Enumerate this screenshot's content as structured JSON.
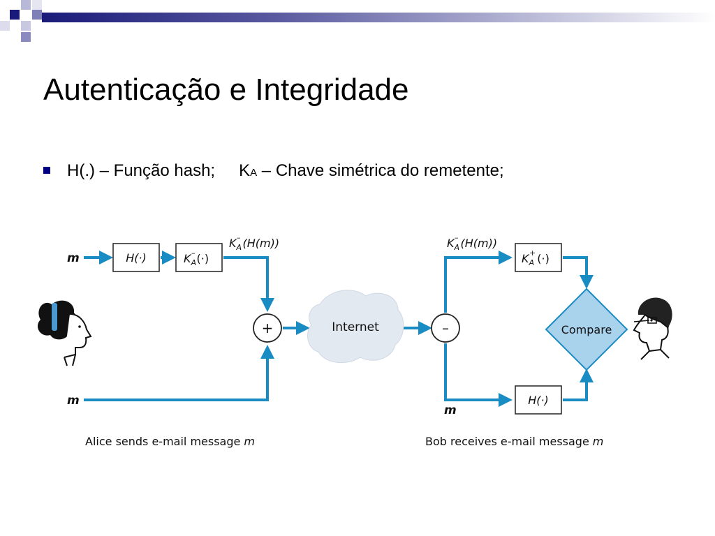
{
  "slide": {
    "title": "Autenticação e Integridade",
    "bullet": {
      "hash_text": "H(.) – Função hash;",
      "key_letter": "K",
      "key_subscript": "A",
      "key_text": " – Chave simétrica do remetente;"
    }
  },
  "diagram": {
    "alice": {
      "m_top": "m",
      "m_bottom": "m",
      "hash_box": "H(·)",
      "key_box": {
        "k": "K",
        "sub": "A",
        "sup": "–",
        "arg": "(·)"
      },
      "output_label": {
        "k": "K",
        "sub": "A",
        "sup": "–",
        "rest": "(H(m))"
      },
      "plus": "+",
      "caption": "Alice sends e-mail message",
      "caption_var": "m"
    },
    "internet": "Internet",
    "bob": {
      "input_label": {
        "k": "K",
        "sub": "A",
        "sup": "–",
        "rest": "(H(m))"
      },
      "minus": "–",
      "key_box": {
        "k": "K",
        "sub": "A",
        "sup": "+",
        "arg": "(·)"
      },
      "hash_box": "H(·)",
      "m_bottom": "m",
      "compare": "Compare",
      "caption": "Bob receives e-mail message",
      "caption_var": "m"
    }
  },
  "colors": {
    "arrow": "#1a8cc4",
    "compare_fill": "#a9d2ec",
    "cloud_fill": "#e3e9f1",
    "bullet": "#000080"
  }
}
